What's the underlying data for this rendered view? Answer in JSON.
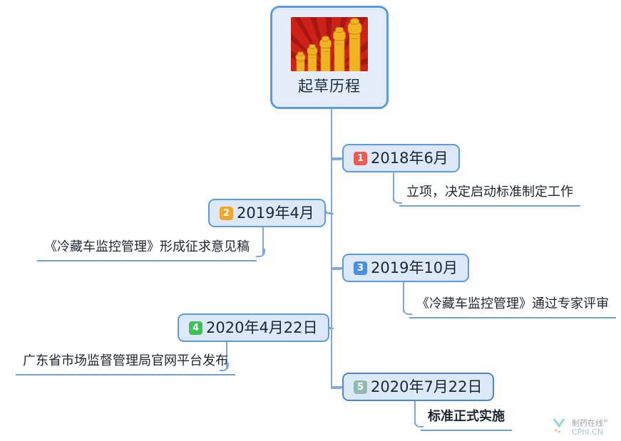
{
  "diagram": {
    "type": "mindmap",
    "title_node": {
      "label": "起草历程",
      "image_alt": "raised-fists-illustration",
      "fill": "#E3EDF9",
      "border": "#5B9BE0"
    },
    "branch_color": "#7EA6DF",
    "nodes": [
      {
        "index": "1",
        "badge_color": "#ED5A52",
        "date": "2018年6月",
        "side": "right",
        "caption": "立项，决定启动标准制定工作",
        "caption_side": "right",
        "caption_bold": false
      },
      {
        "index": "2",
        "badge_color": "#F5A623",
        "date": "2019年4月",
        "side": "left",
        "caption": "《冷藏车监控管理》形成征求意见稿",
        "caption_side": "left",
        "caption_bold": false
      },
      {
        "index": "3",
        "badge_color": "#4A90E2",
        "date": "2019年10月",
        "side": "right",
        "caption": "《冷藏车监控管理》通过专家评审",
        "caption_side": "right",
        "caption_bold": false
      },
      {
        "index": "4",
        "badge_color": "#3DC25A",
        "date": "2020年4月22日",
        "side": "left",
        "caption": "广东省市场监督管理局官网平台发布",
        "caption_side": "left",
        "caption_bold": false
      },
      {
        "index": "5",
        "badge_color": "#8FBCB0",
        "date": "2020年7月22日",
        "side": "right",
        "caption": "标准正式实施",
        "caption_side": "right",
        "caption_bold": true
      }
    ]
  },
  "watermark": {
    "name": "制药在线",
    "registered_mark": "®",
    "domain": "CPhI.CN",
    "mark_color": "#9FD8D2"
  }
}
